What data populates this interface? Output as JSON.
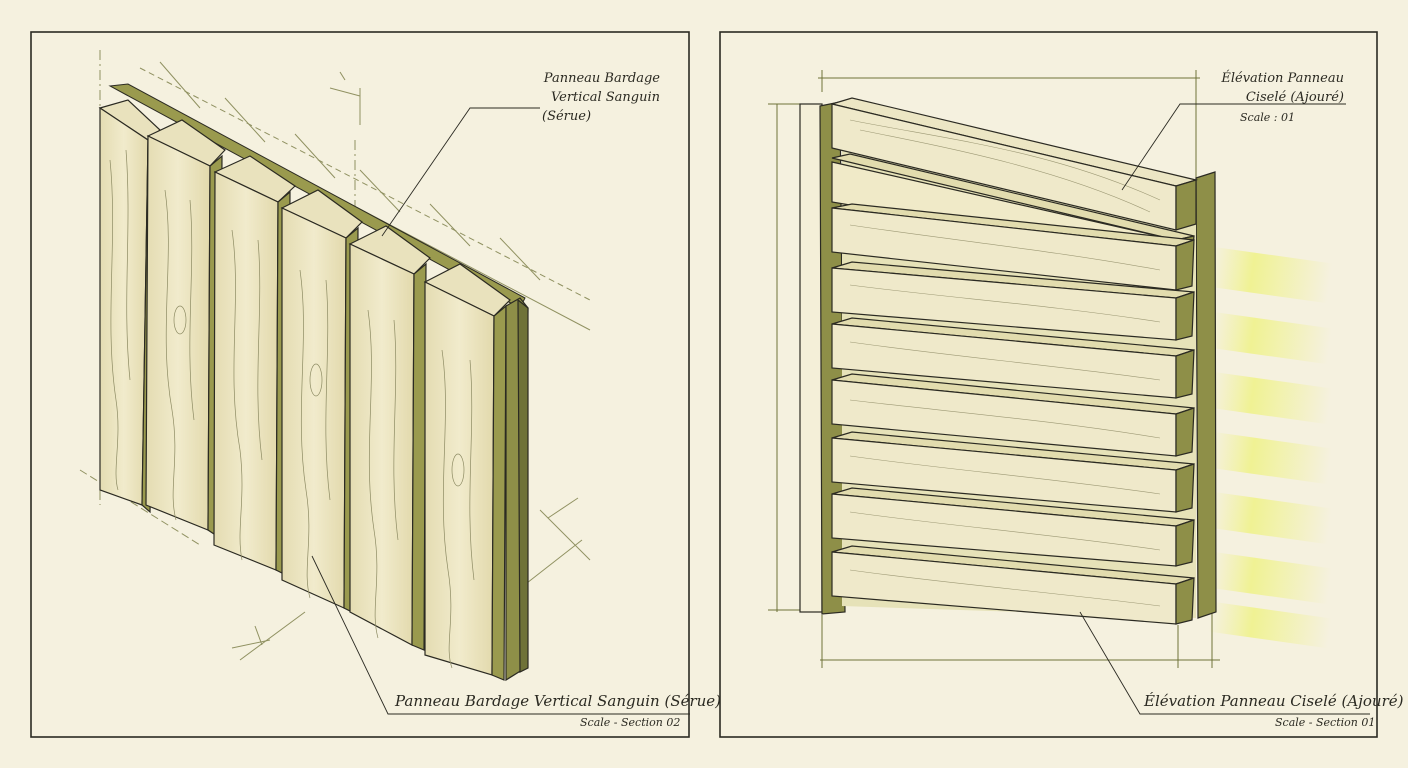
{
  "left_panel": {
    "callout_line1": "Panneau Bardage",
    "callout_line2": "Vertical Sanguin",
    "callout_line3": "(Sérue)",
    "caption_title": "Panneau Bardage Vertical Sanguin (Sérue)",
    "caption_scale": "Scale - Section 02"
  },
  "right_panel": {
    "callout_line1": "Élévation Panneau",
    "callout_line2": "Ciselé (Ajouré)",
    "callout_scale": "Scale : 01",
    "caption_title": "Élévation Panneau Ciselé (Ajouré)",
    "caption_scale": "Scale - Section 01"
  },
  "colors": {
    "paper": "#f5f1df",
    "ink": "#2b2a22",
    "wood_light": "#ece6c4",
    "wood_side": "#9a9a4e",
    "wood_dark": "#6f7238",
    "glow": "#f0f28a"
  }
}
